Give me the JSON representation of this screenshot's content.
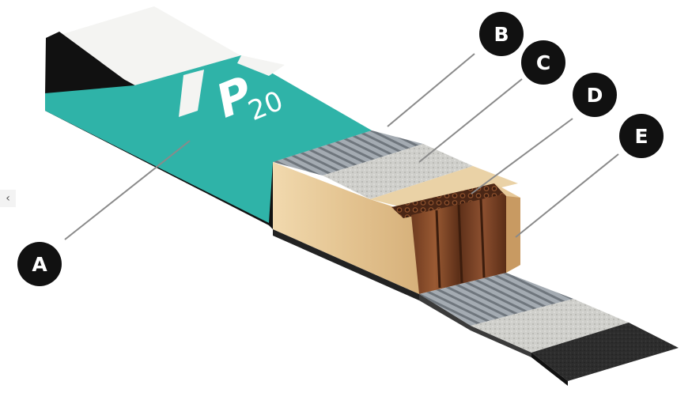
{
  "brand": {
    "letter": "P",
    "number": "20"
  },
  "nav": {
    "prev_glyph": "‹"
  },
  "callouts": [
    {
      "id": "a",
      "label": "A"
    },
    {
      "id": "b",
      "label": "B"
    },
    {
      "id": "c",
      "label": "C"
    },
    {
      "id": "d",
      "label": "D"
    },
    {
      "id": "e",
      "label": "E"
    }
  ],
  "colors": {
    "topsheet_teal": "#2fb3a8",
    "topsheet_black": "#111111",
    "wood_core": "#e6c898",
    "steel_edge": "#9aa1a8",
    "fiberglass": "#c9c9c5",
    "honeycomb": "#6b3a22",
    "base_black": "#2b2b2b",
    "callout_fill": "#111111"
  }
}
